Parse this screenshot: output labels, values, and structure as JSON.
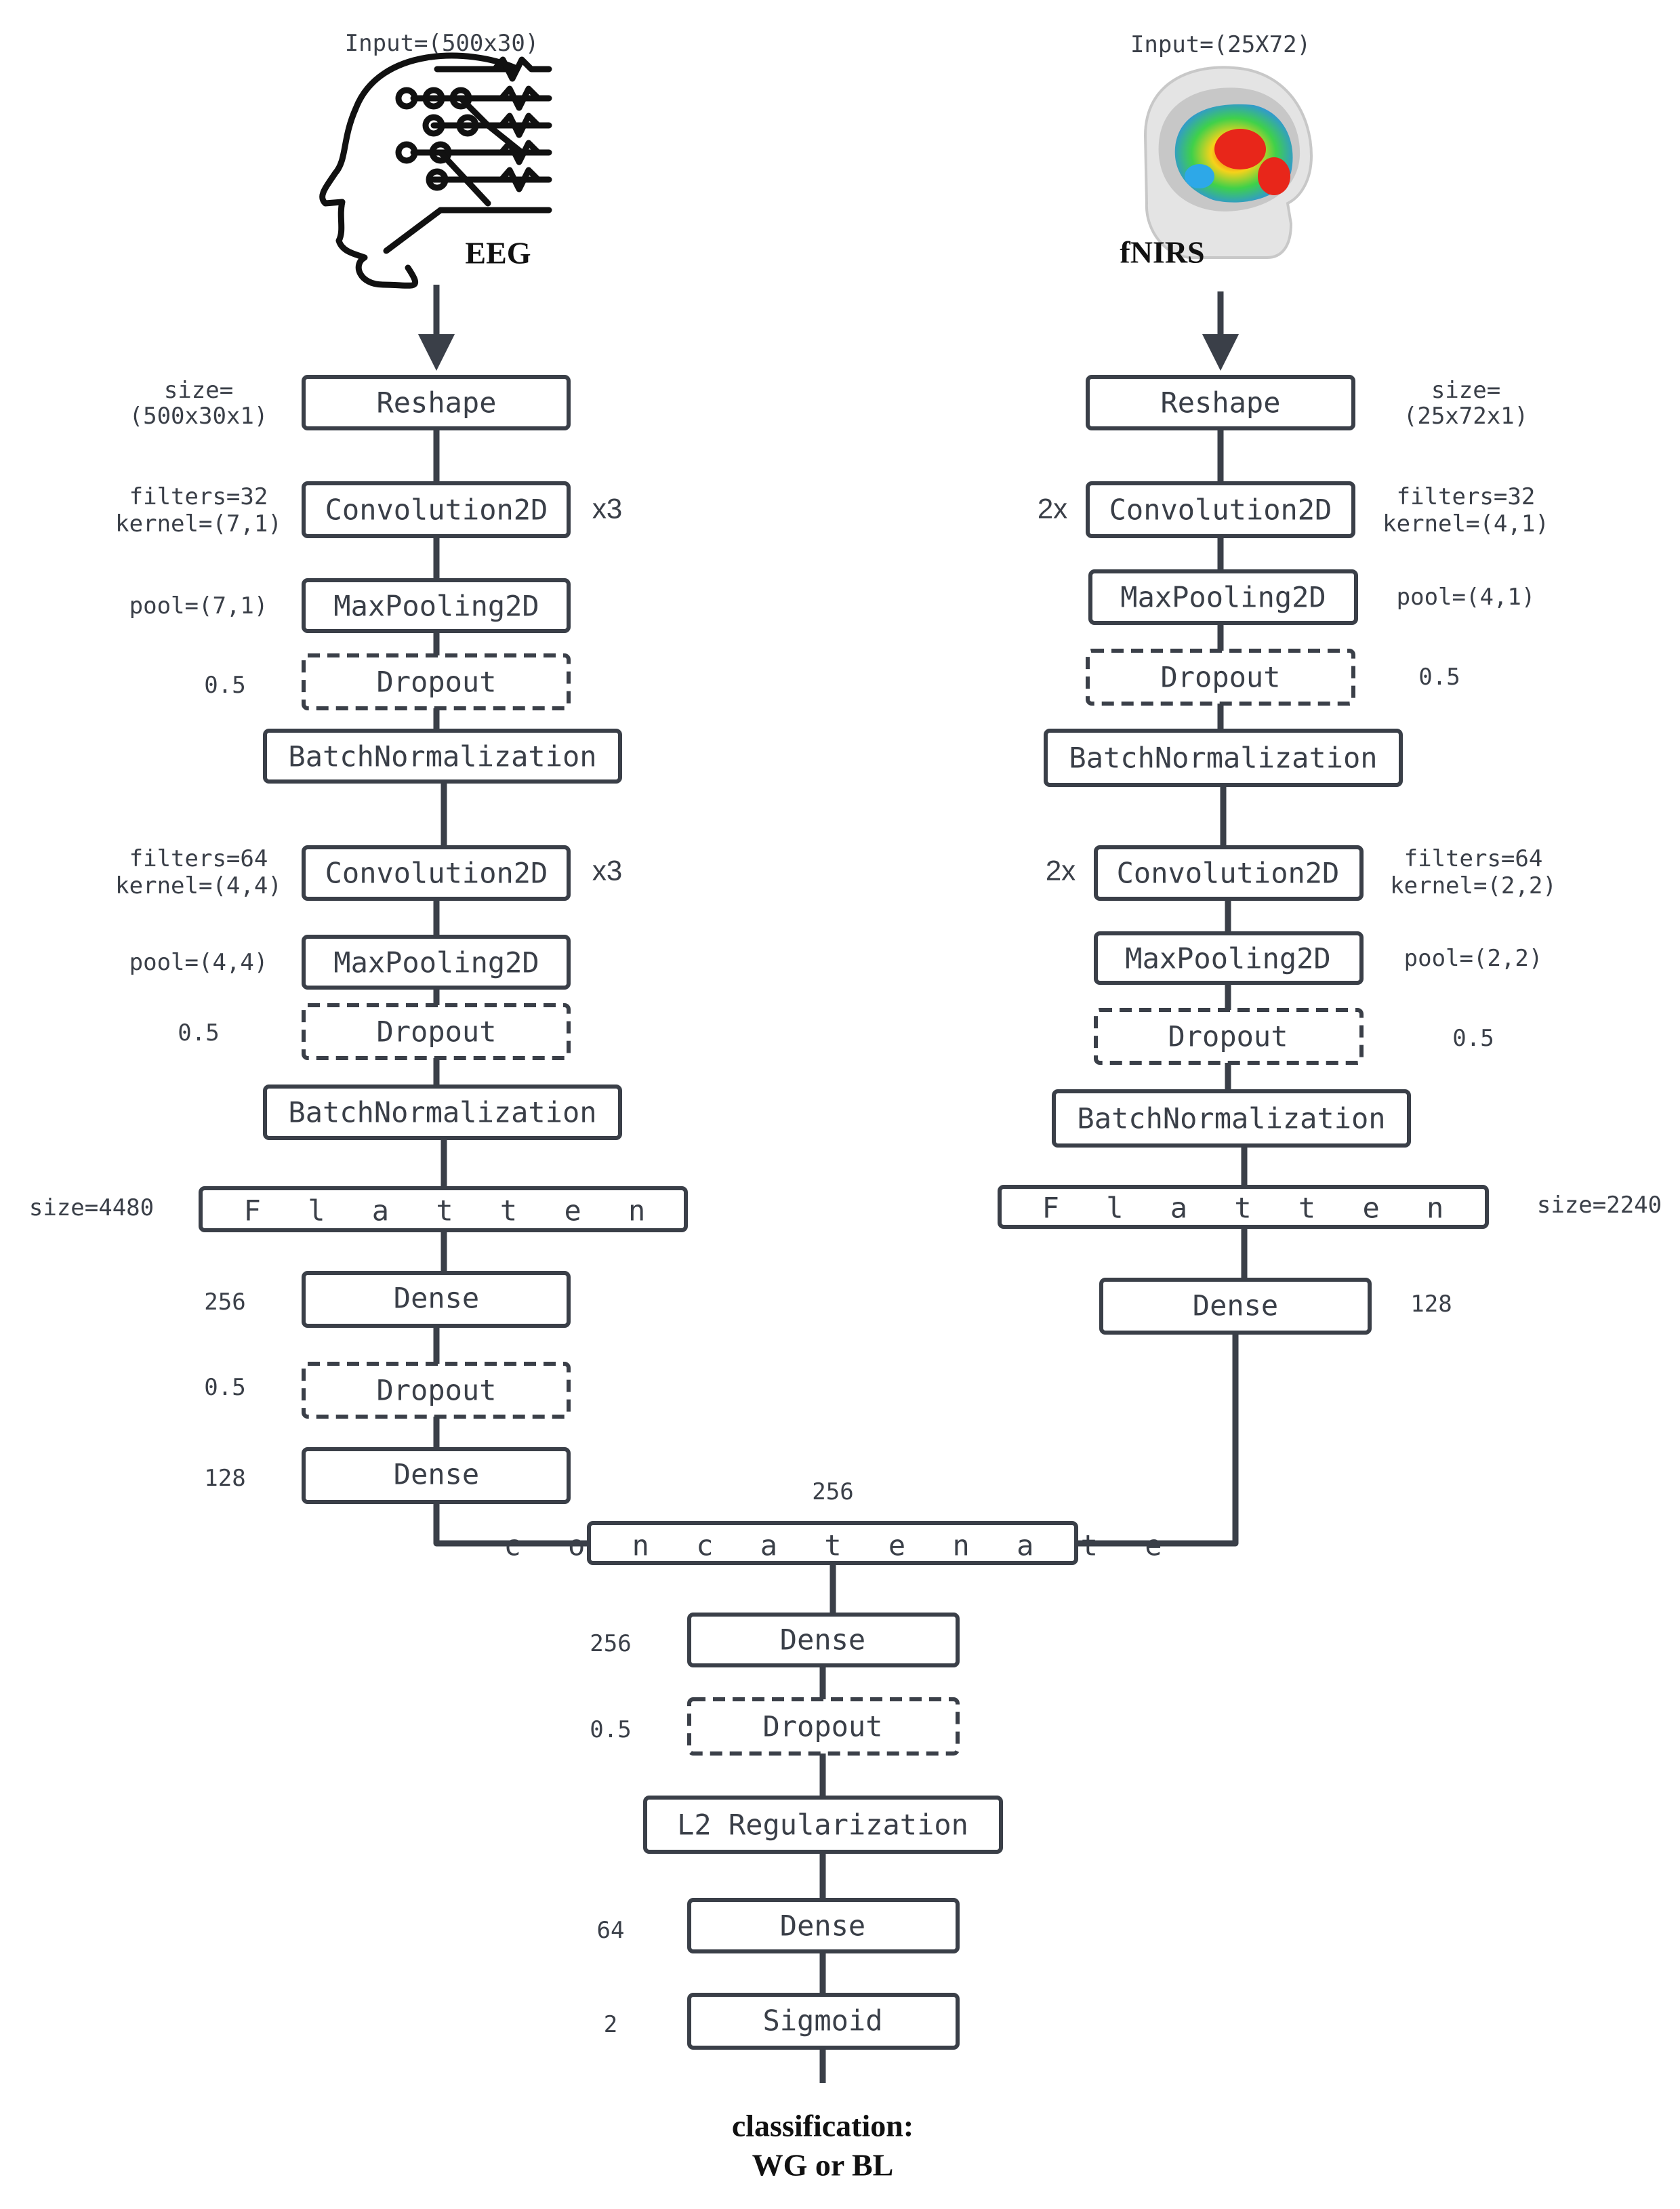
{
  "eeg": {
    "input": "Input=(500x30)",
    "title": "EEG",
    "layers": [
      "Reshape",
      "Convolution2D",
      "MaxPooling2D",
      "Dropout",
      "BatchNormalization",
      "Convolution2D",
      "MaxPooling2D",
      "Dropout",
      "BatchNormalization",
      "F l a t t e n",
      "Dense",
      "Dropout",
      "Dense"
    ],
    "params": {
      "reshape_1": "size=",
      "reshape_2": "(500x30x1)",
      "conv1_1": "filters=32",
      "conv1_2": "kernel=(7,1)",
      "conv1_repeat": "x3",
      "pool1": "pool=(7,1)",
      "drop1": "0.5",
      "conv2_1": "filters=64",
      "conv2_2": "kernel=(4,4)",
      "conv2_repeat": "x3",
      "pool2": "pool=(4,4)",
      "drop2": "0.5",
      "flatten": "size=4480",
      "dense1": "256",
      "drop3": "0.5",
      "dense2": "128"
    }
  },
  "fnirs": {
    "input": "Input=(25X72)",
    "title": "fNIRS",
    "layers": [
      "Reshape",
      "Convolution2D",
      "MaxPooling2D",
      "Dropout",
      "BatchNormalization",
      "Convolution2D",
      "MaxPooling2D",
      "Dropout",
      "BatchNormalization",
      "F l a t t e n",
      "Dense"
    ],
    "params": {
      "reshape_1": "size=",
      "reshape_2": "(25x72x1)",
      "conv1_1": "filters=32",
      "conv1_2": "kernel=(4,1)",
      "conv1_repeat": "2x",
      "pool1": "pool=(4,1)",
      "drop1": "0.5",
      "conv2_1": "filters=64",
      "conv2_2": "kernel=(2,2)",
      "conv2_repeat": "2x",
      "pool2": "pool=(2,2)",
      "drop2": "0.5",
      "flatten": "size=2240",
      "dense1": "128"
    }
  },
  "fusion": {
    "concat_label": "c o n c a t e n a t e",
    "concat_size": "256",
    "layers": [
      "Dense",
      "Dropout",
      "L2 Regularization",
      "Dense",
      "Sigmoid"
    ],
    "params": [
      "256",
      "0.5",
      "",
      "64",
      "2"
    ],
    "output_1": "classification:",
    "output_2": "WG or BL"
  },
  "colors": {
    "stroke": "#3a3f48",
    "ink": "#111111",
    "background": "#ffffff"
  }
}
